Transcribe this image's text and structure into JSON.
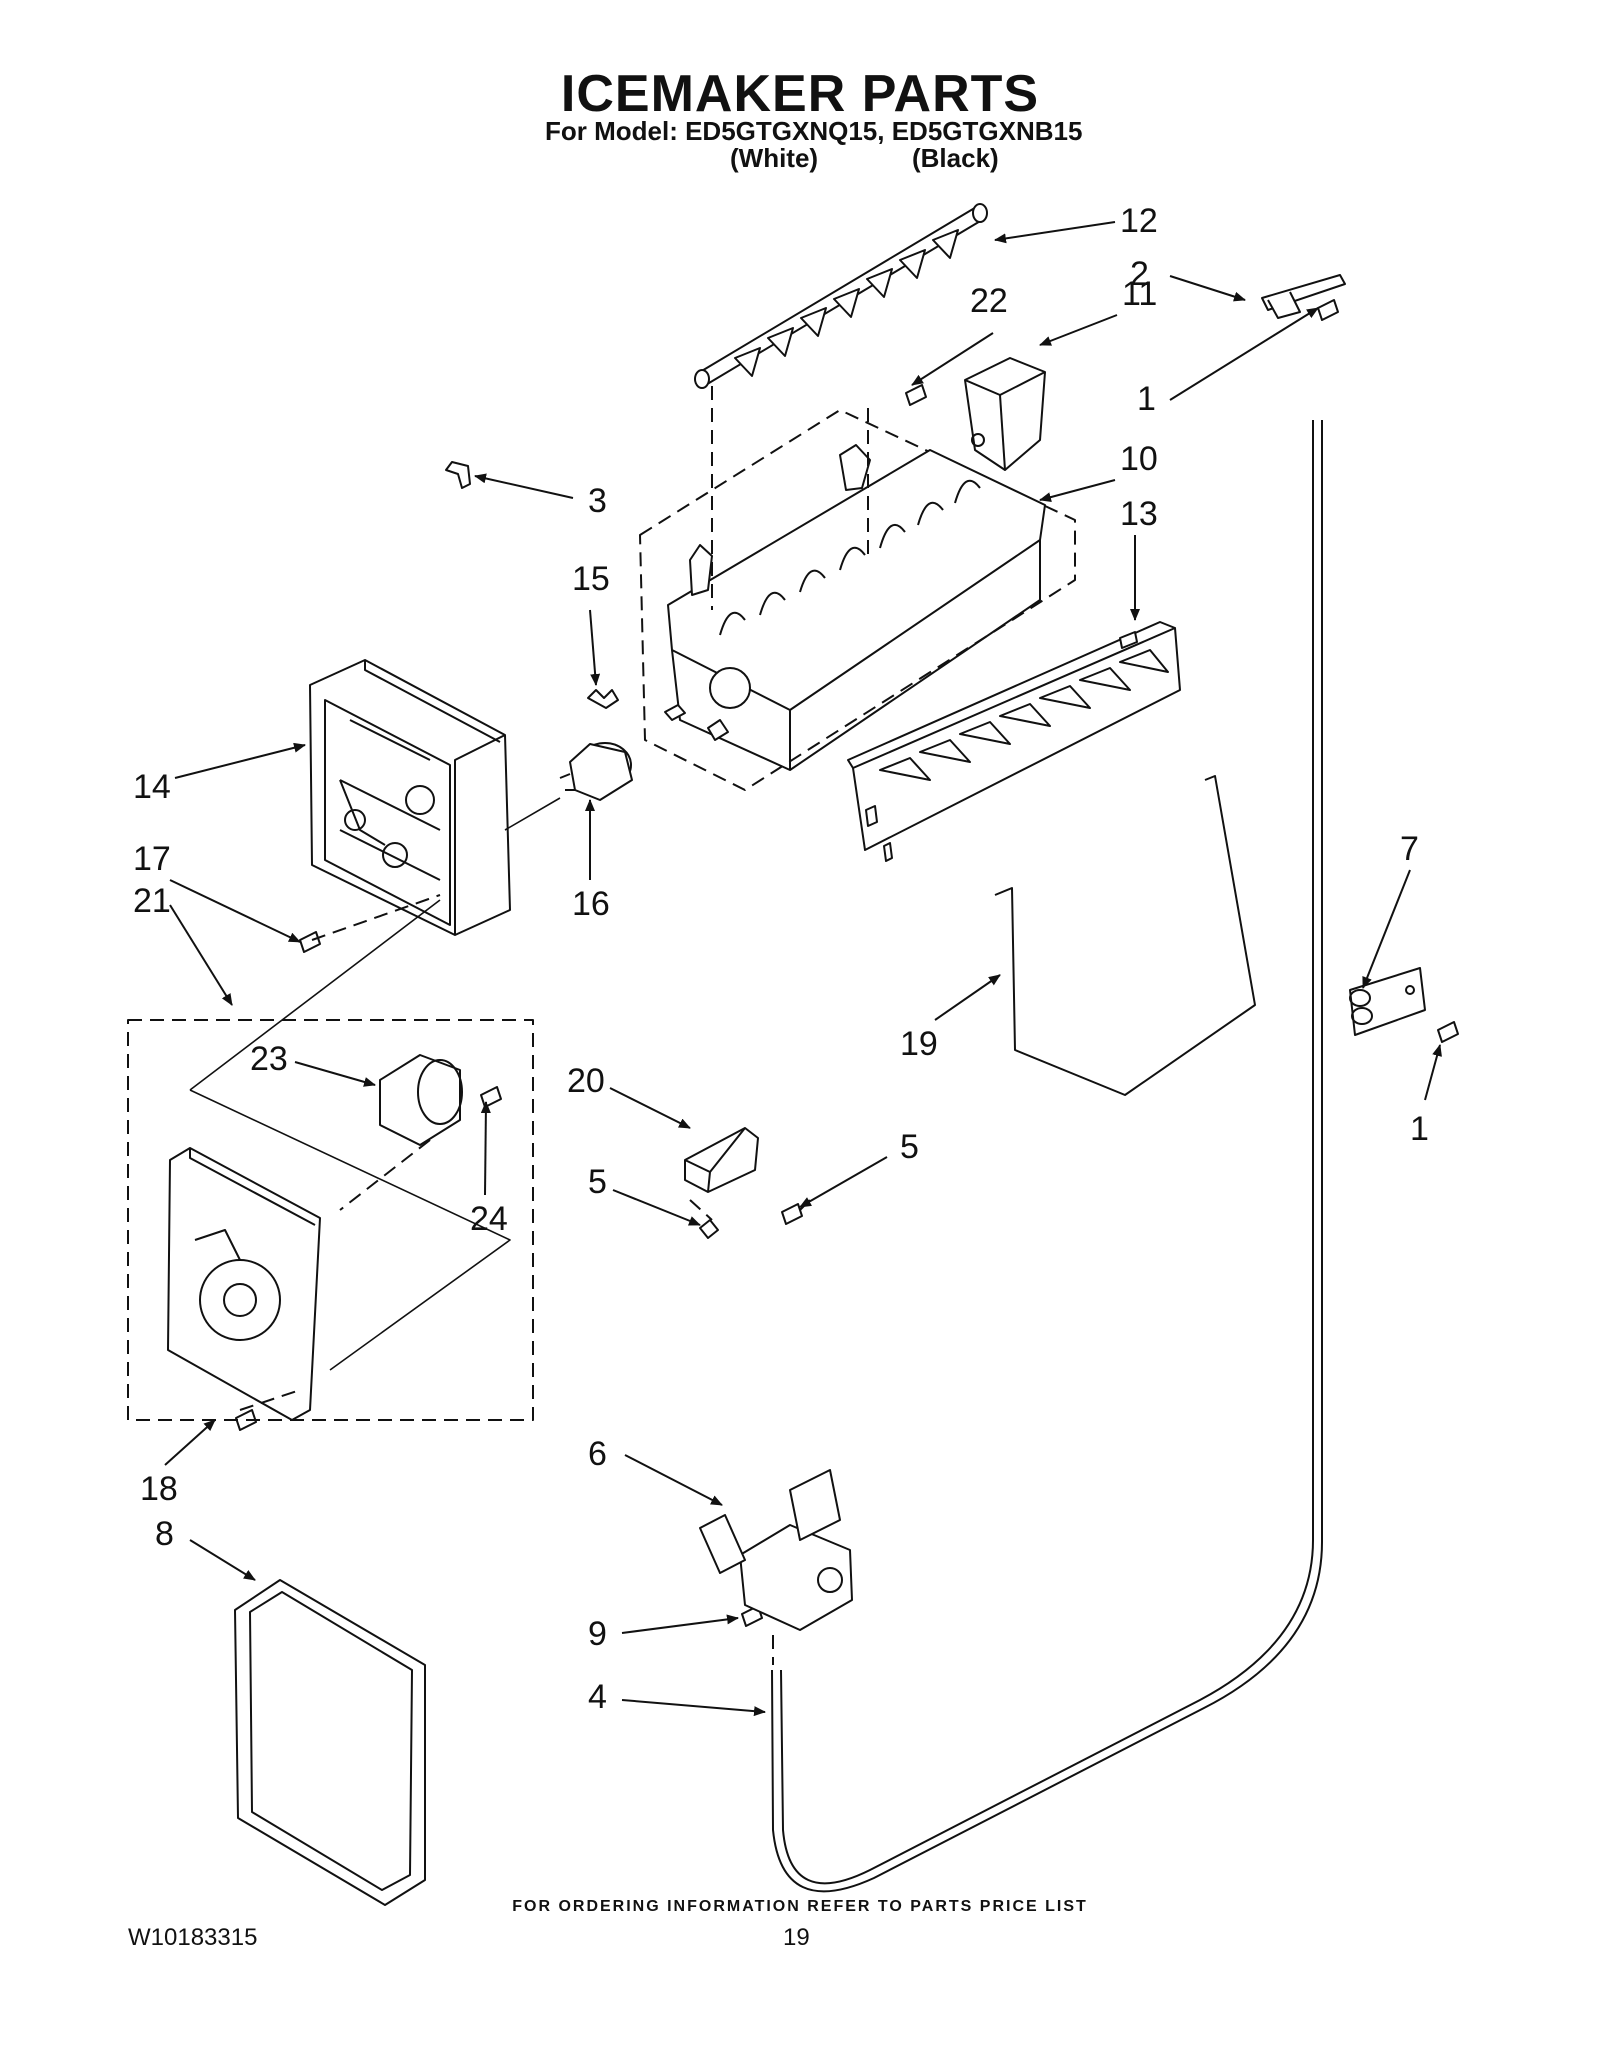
{
  "header": {
    "title": "ICEMAKER PARTS",
    "model_line": "For Model: ED5GTGXNQ15, ED5GTGXNB15",
    "variant_white": "(White)",
    "variant_black": "(Black)"
  },
  "callouts": [
    "1",
    "2",
    "3",
    "4",
    "5",
    "6",
    "7",
    "8",
    "9",
    "10",
    "11",
    "12",
    "13",
    "14",
    "15",
    "16",
    "17",
    "18",
    "19",
    "20",
    "21",
    "22",
    "23",
    "24"
  ],
  "footer": {
    "ordering_note": "FOR ORDERING INFORMATION REFER TO PARTS PRICE LIST",
    "document_number": "W10183315",
    "page_number": "19"
  }
}
